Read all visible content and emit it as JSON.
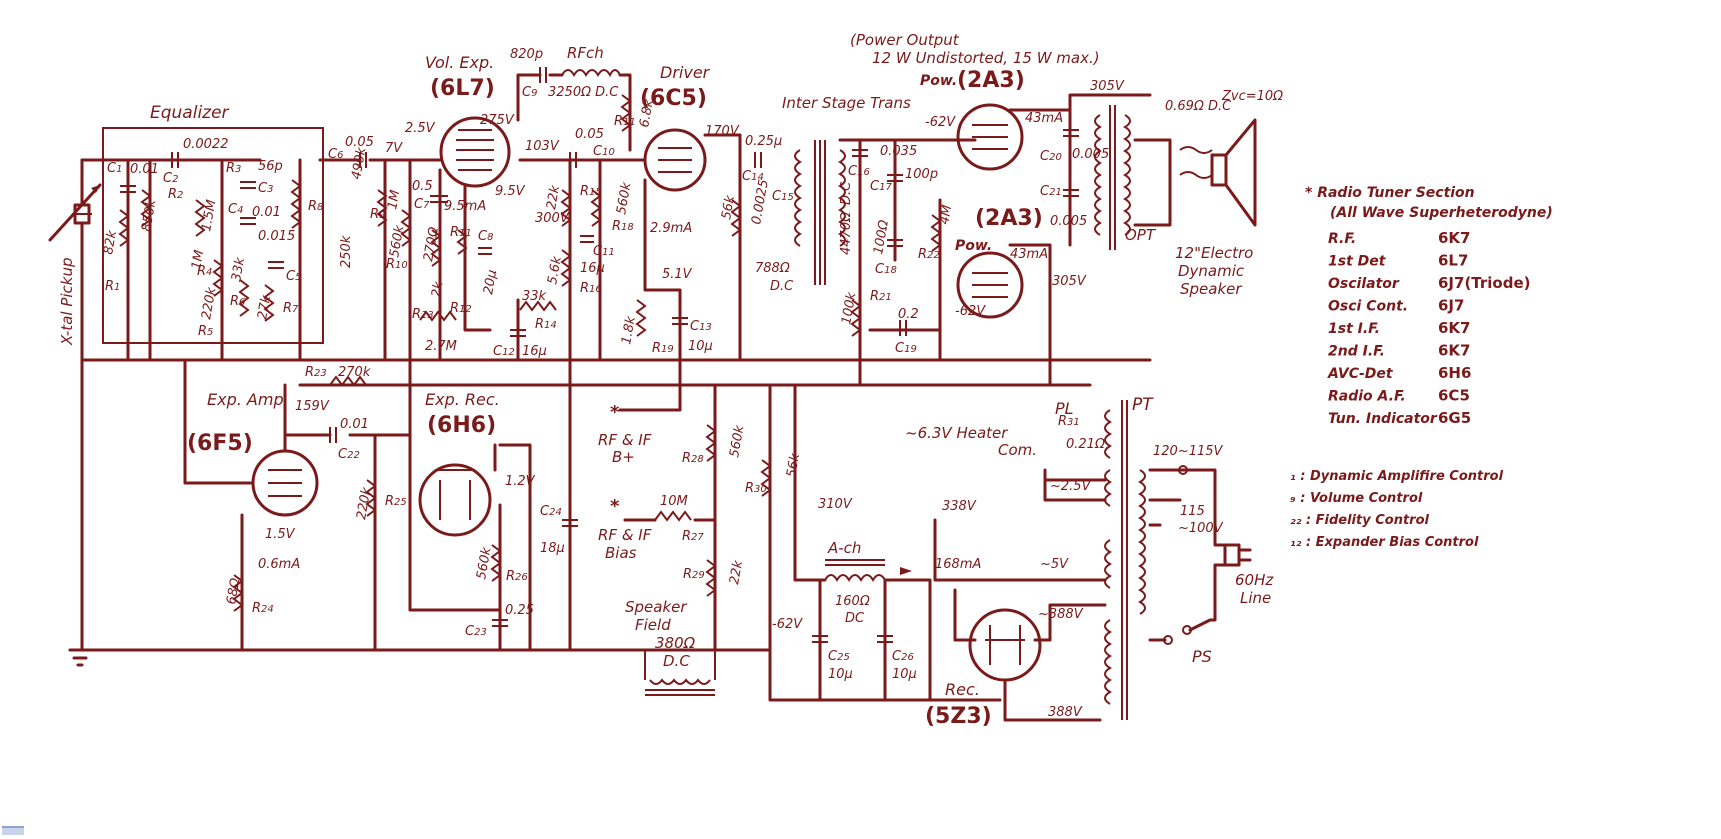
{
  "tubes": {
    "vol_exp": {
      "function": "Vol. Exp.",
      "type": "(6L7)"
    },
    "driver": {
      "function": "Driver",
      "type": "(6C5)"
    },
    "exp_amp": {
      "function": "Exp. Amp.",
      "type": "(6F5)"
    },
    "exp_rec": {
      "function": "Exp. Rec.",
      "type": "(6H6)"
    },
    "pow_top": {
      "function": "Pow.",
      "type": "(2A3)"
    },
    "pow_bottom": {
      "function": "Pow.",
      "type": "(2A3)"
    },
    "rec": {
      "function": "Rec.",
      "type": "(5Z3)"
    }
  },
  "blocks": {
    "equalizer": "Equalizer",
    "pickup": "X-tal Pickup",
    "interstage": "Inter Stage Trans",
    "power_output_line1": "(Power Output",
    "power_output_line2": "12 W Undistorted, 15 W max.)",
    "opt": "OPT",
    "speaker_line1": "12\"Electro",
    "speaker_line2": "Dynamic",
    "speaker_line3": "Speaker",
    "zvc": "Zvc=10Ω",
    "vc_dc": "0.69Ω D.C",
    "pt": "PT",
    "pl": "PL",
    "heater_line1": "~6.3V Heater",
    "heater_line2": "Com.",
    "ps": "PS",
    "line_line1": "60Hz",
    "line_line2": "Line",
    "tap_120": "120~115V",
    "tap_115": "115",
    "tap_100": "~100V",
    "ach": "A-ch",
    "ach_dc": "160Ω",
    "ach_dc2": "DC",
    "spk_field_line1": "Speaker",
    "spk_field_line2": "Field",
    "spk_field_line3": "380Ω",
    "spk_field_line4": "D.C",
    "rfif_bplus_line1": "RF & IF",
    "rfif_bplus_line2": "B+",
    "rfif_bias_line1": "RF & IF",
    "rfif_bias_line2": "Bias",
    "rfch": "RFch",
    "rfch_dc": "3250Ω D.C",
    "ist_dc": "4470Ω",
    "ist_dc2": "D.C",
    "ist_dc3": "788Ω",
    "ist_dc4": "D.C"
  },
  "voltages": [
    "2.5V",
    "7V",
    "275V",
    "103V",
    "9.5V",
    "9.5mA",
    "170V",
    "2.9mA",
    "5.1V",
    "300V",
    "-62V",
    "43mA",
    "305V",
    "43mA",
    "305V",
    "-62V",
    "159V",
    "1.5V",
    "0.6mA",
    "1.2V",
    "310V",
    "338V",
    "168mA",
    "~5V",
    "~388V",
    "388V",
    "-62V",
    "~2.5V",
    "0.21Ω"
  ],
  "components": [
    "C1",
    "0.01",
    "C2",
    "0.0022",
    "R2",
    "850k",
    "R1",
    "82k",
    "R3",
    "1.5M",
    "56p",
    "C3",
    "C4",
    "0.01",
    "R4",
    "1M",
    "0.015",
    "C5",
    "R6",
    "33k",
    "220k",
    "R5",
    "R7",
    "27k",
    "R8",
    "250k",
    "C6",
    "0.05",
    "R9",
    "490k",
    "1M",
    "R10",
    "560k",
    "C7",
    "0.5",
    "270Ω",
    "R11",
    "C8",
    "20μ",
    "2k",
    "R12",
    "R13",
    "2.7M",
    "820p",
    "C9",
    "R11",
    "6.8k",
    "C10",
    "0.05",
    "R15",
    "22k",
    "R18",
    "560k",
    "C11",
    "5.6k",
    "16μ",
    "R16",
    "33k",
    "R14",
    "C12",
    "16μ",
    "C14",
    "0.25μ",
    "0.0025",
    "56k",
    "C15",
    "1.8k",
    "R19",
    "C13",
    "10μ",
    "C16",
    "0.035",
    "100p",
    "C17",
    "100Ω",
    "C18",
    "R22",
    "4M",
    "100k",
    "R21",
    "0.2",
    "C19",
    "C20",
    "0.005",
    "C21",
    "0.005",
    "R23",
    "270k",
    "0.01",
    "C22",
    "220k",
    "R25",
    "560k",
    "R26",
    "0.25",
    "C23",
    "68Ω",
    "R24",
    "C24",
    "18μ",
    "10M",
    "R27",
    "R28",
    "560k",
    "R29",
    "22k",
    "R30",
    "56k",
    "C25",
    "10μ",
    "C26",
    "10μ",
    "R31"
  ],
  "legend": {
    "title": "* Radio Tuner Section",
    "subtitle": "(All Wave Superheterodyne)",
    "rows": [
      {
        "label": "R.F.",
        "tube": "6K7"
      },
      {
        "label": "1st Det",
        "tube": "6L7"
      },
      {
        "label": "Oscilator",
        "tube": "6J7(Triode)"
      },
      {
        "label": "Osci Cont.",
        "tube": "6J7"
      },
      {
        "label": "1st I.F.",
        "tube": "6K7"
      },
      {
        "label": "2nd I.F.",
        "tube": "6K7"
      },
      {
        "label": "AVC-Det",
        "tube": "6H6"
      },
      {
        "label": "Radio A.F.",
        "tube": "6C5"
      },
      {
        "label": "Tun. Indicator",
        "tube": "6G5"
      }
    ]
  },
  "controls": [
    "₁ : Dynamic Amplifire Control",
    "₉ : Volume Control",
    "₂₂ : Fidelity Control",
    "₁₂ : Expander Bias Control"
  ],
  "asterisks": [
    "*",
    "*"
  ]
}
